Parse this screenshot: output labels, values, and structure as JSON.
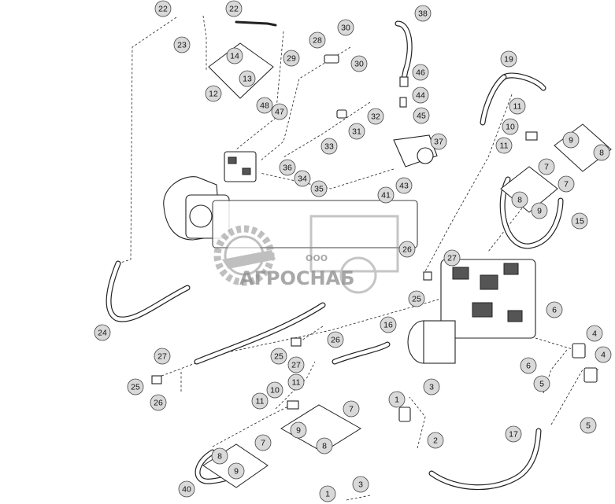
{
  "watermark": {
    "company": "ООО",
    "brand": "АГРОСНАБ"
  },
  "callouts": [
    "22",
    "22",
    "23",
    "14",
    "13",
    "12",
    "28",
    "30",
    "30",
    "29",
    "38",
    "46",
    "44",
    "45",
    "37",
    "48",
    "47",
    "31",
    "32",
    "33",
    "36",
    "34",
    "35",
    "41",
    "43",
    "19",
    "11",
    "10",
    "11",
    "9",
    "8",
    "7",
    "7",
    "8",
    "9",
    "15",
    "24",
    "26",
    "27",
    "25",
    "16",
    "25",
    "27",
    "26",
    "27",
    "25",
    "26",
    "10",
    "11",
    "11",
    "7",
    "9",
    "8",
    "7",
    "8",
    "9",
    "40",
    "6",
    "6",
    "4",
    "4",
    "5",
    "5",
    "1",
    "3",
    "2",
    "17",
    "1",
    "3"
  ]
}
